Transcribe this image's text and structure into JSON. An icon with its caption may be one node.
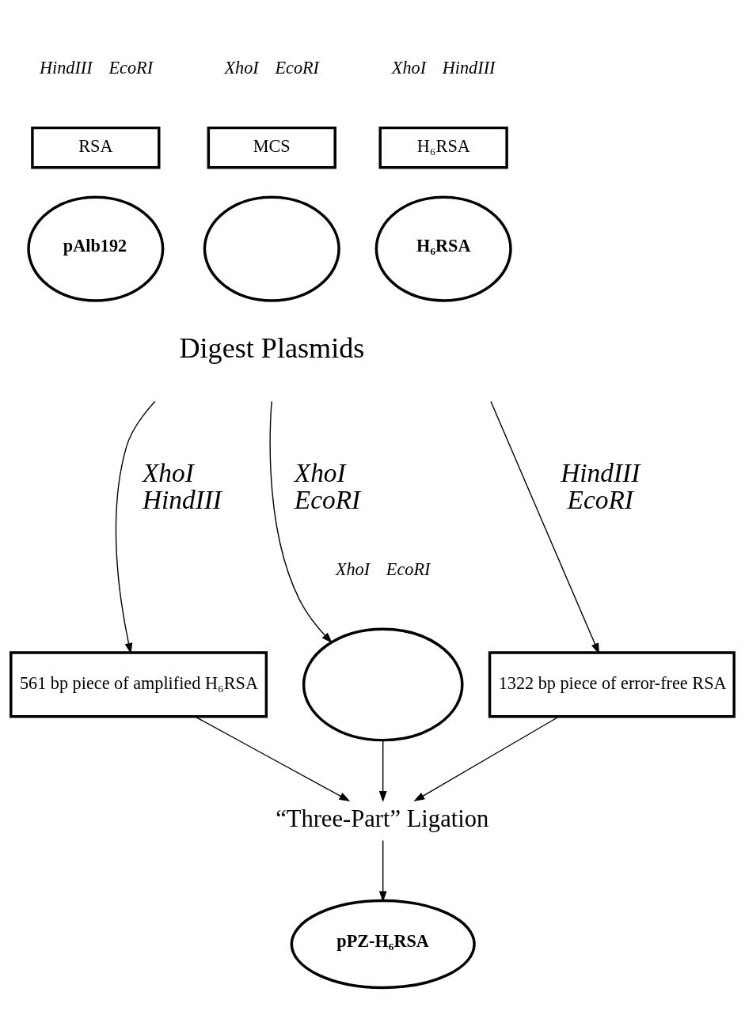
{
  "diagram": {
    "nodes": [
      {
        "text": [
          "H₆RSA"
        ],
        "beside": [
          "XhoI",
          "HindIII"
        ]
      },
      {
        "text": [
          "H₆RSA"
        ]
      },
      {
        "text": [
          "RSA"
        ],
        "beside": [
          "HindIII",
          "EcoRI"
        ]
      },
      {
        "text": [
          "pAlb192"
        ]
      },
      {
        "text": [
          "MCS"
        ],
        "beside": [
          "XhoI",
          "EcoRI"
        ]
      },
      {
        "text": [],
        "shape": "circle"
      },
      {
        "text": [
          "561 bp piece of amplified H₆RSA"
        ]
      },
      {
        "text": [
          "1322 bp piece of error-free RSA"
        ]
      },
      {
        "text": [],
        "shape": "circle",
        "beside": [
          "XhoI",
          "EcoRI"
        ]
      },
      {
        "text": [
          "“Three-Part” Ligation"
        ]
      },
      {
        "text": [
          "pPZ-H₆RSA"
        ]
      }
    ],
    "edges": [
      {
        "from": null,
        "to": 6,
        "arrow": "to",
        "label": "XhoI HindIII"
      },
      {
        "from": null,
        "to": 7,
        "arrow": "to",
        "label": "HindIII EcoRI"
      },
      {
        "from": null,
        "to": 8,
        "arrow": "to",
        "label": "XhoI EcoRI"
      },
      {
        "from": 6,
        "to": 9,
        "arrow": "to"
      },
      {
        "from": 7,
        "to": 9,
        "arrow": "to"
      },
      {
        "from": 8,
        "to": 9,
        "arrow": "to"
      },
      {
        "from": 9,
        "to": 10,
        "arrow": "to"
      }
    ],
    "labels": [
      "Digest Plasmids"
    ]
  }
}
